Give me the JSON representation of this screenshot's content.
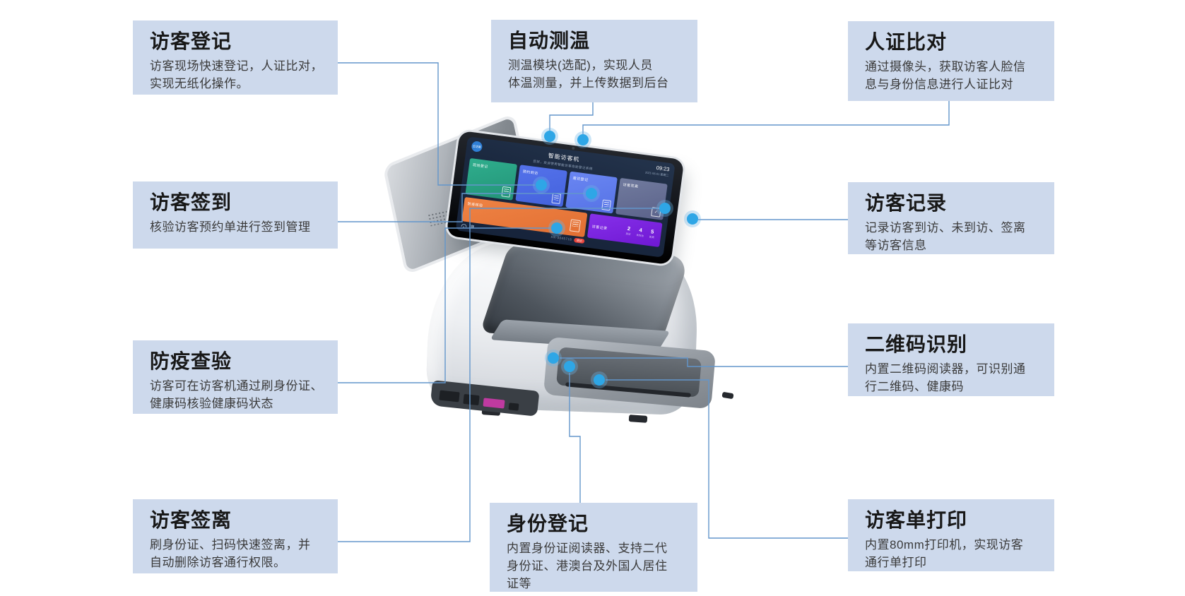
{
  "colors": {
    "card_bg": "#cdd9ec",
    "connector_line": "#6396cb",
    "hotspot_dot": "#2ea6e6",
    "screen_bg": "#1b2940",
    "tile_green": "#2aa183",
    "tile_blue": "#4d6ce5",
    "tile_blue_light": "#5d7cf0",
    "tile_slate": "#666f93",
    "tile_orange": "#e97c3d",
    "tile_purple": "#7b22dd",
    "badge_red": "#e8453c",
    "logo_blue": "#2f7fd6"
  },
  "features": [
    {
      "id": "visitor-registration",
      "title": "访客登记",
      "lines": [
        "访客现场快速登记，人证比对，",
        "实现无纸化操作。"
      ]
    },
    {
      "id": "auto-temperature",
      "title": "自动测温",
      "lines": [
        "测温模块(选配)，实现人员",
        "体温测量，并上传数据到后台"
      ]
    },
    {
      "id": "face-id-verification",
      "title": "人证比对",
      "lines": [
        "通过摄像头，获取访客人脸信",
        "息与身份信息进行人证比对"
      ]
    },
    {
      "id": "visitor-checkin",
      "title": "访客签到",
      "lines": [
        "核验访客预约单进行签到管理"
      ]
    },
    {
      "id": "visitor-records",
      "title": "访客记录",
      "lines": [
        "记录访客到访、未到访、签离",
        "等访客信息"
      ]
    },
    {
      "id": "epidemic-check",
      "title": "防疫查验",
      "lines": [
        "访客可在访客机通过刷身份证、",
        "健康码核验健康码状态"
      ]
    },
    {
      "id": "qrcode-recognition",
      "title": "二维码识别",
      "lines": [
        "内置二维码阅读器，可识别通",
        "行二维码、健康码"
      ]
    },
    {
      "id": "visitor-checkout",
      "title": "访客签离",
      "lines": [
        "刷身份证、扫码快速签离，并",
        "自动删除访客通行权限。"
      ]
    },
    {
      "id": "identity-registration",
      "title": "身份登记",
      "lines": [
        "内置身份证阅读器、支持二代",
        "身份证、港澳台及外国人居住",
        "证等"
      ]
    },
    {
      "id": "visitor-pass-printing",
      "title": "访客单打印",
      "lines": [
        "内置80mm打印机，实现访客",
        "通行单打印"
      ]
    }
  ],
  "device_screen": {
    "logo_text": "云访客",
    "title": "智能访客机",
    "subtitle": "您好，欢迎使用智能访客自助登记系统",
    "time": "09:23",
    "date": "2021-06-01 星期二",
    "tiles": [
      {
        "label": "现场登记"
      },
      {
        "label": "预约到访"
      },
      {
        "label": "邀访登记"
      },
      {
        "label": "访客签离"
      }
    ],
    "orange_tile": {
      "label": "防疫核验"
    },
    "stats_tile": {
      "label": "访客记录",
      "items": [
        {
          "value": "2",
          "label": "到访"
        },
        {
          "value": "4",
          "label": "未到访"
        },
        {
          "value": "5",
          "label": "签离"
        }
      ]
    },
    "footer": {
      "sn": "SN-0045716",
      "badge": "退出"
    }
  }
}
